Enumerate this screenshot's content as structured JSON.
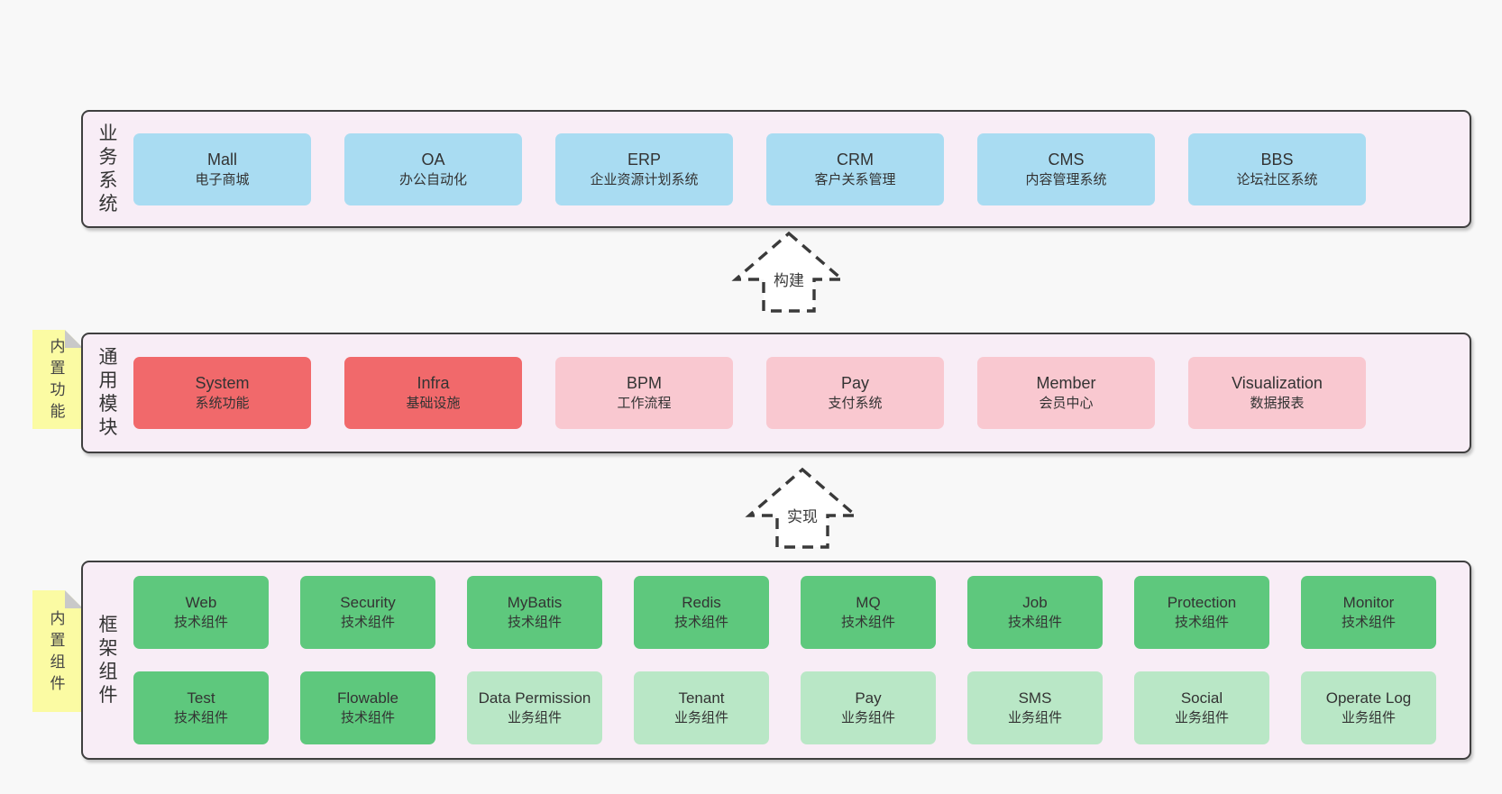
{
  "colors": {
    "page_bg": "#f8f8f8",
    "panel_bg": "#f8edf6",
    "panel_border": "#3f3f3f",
    "blue": "#a9dcf2",
    "red": "#f1696b",
    "pink": "#f9c8d0",
    "green": "#5ec87d",
    "light_green": "#b9e7c6",
    "yellow": "#fbfba3",
    "fold": "#c9c9c9",
    "text": "#3a3a3a"
  },
  "arrows": {
    "build": "构建",
    "implement": "实现"
  },
  "business_layer": {
    "label": "业务系统",
    "boxes": [
      {
        "name": "Mall",
        "desc": "电子商城"
      },
      {
        "name": "OA",
        "desc": "办公自动化"
      },
      {
        "name": "ERP",
        "desc": "企业资源计划系统"
      },
      {
        "name": "CRM",
        "desc": "客户关系管理"
      },
      {
        "name": "CMS",
        "desc": "内容管理系统"
      },
      {
        "name": "BBS",
        "desc": "论坛社区系统"
      }
    ]
  },
  "module_layer": {
    "label": "通用模块",
    "note": "内置功能",
    "boxes": [
      {
        "name": "System",
        "desc": "系统功能"
      },
      {
        "name": "Infra",
        "desc": "基础设施"
      },
      {
        "name": "BPM",
        "desc": "工作流程"
      },
      {
        "name": "Pay",
        "desc": "支付系统"
      },
      {
        "name": "Member",
        "desc": "会员中心"
      },
      {
        "name": "Visualization",
        "desc": "数据报表"
      }
    ]
  },
  "component_layer": {
    "label": "框架组件",
    "note": "内置组件",
    "rows": [
      [
        {
          "name": "Web",
          "desc": "技术组件"
        },
        {
          "name": "Security",
          "desc": "技术组件"
        },
        {
          "name": "MyBatis",
          "desc": "技术组件"
        },
        {
          "name": "Redis",
          "desc": "技术组件"
        },
        {
          "name": "MQ",
          "desc": "技术组件"
        },
        {
          "name": "Job",
          "desc": "技术组件"
        },
        {
          "name": "Protection",
          "desc": "技术组件"
        },
        {
          "name": "Monitor",
          "desc": "技术组件"
        }
      ],
      [
        {
          "name": "Test",
          "desc": "技术组件"
        },
        {
          "name": "Flowable",
          "desc": "技术组件"
        },
        {
          "name": "Data Permission",
          "desc": "业务组件"
        },
        {
          "name": "Tenant",
          "desc": "业务组件"
        },
        {
          "name": "Pay",
          "desc": "业务组件"
        },
        {
          "name": "SMS",
          "desc": "业务组件"
        },
        {
          "name": "Social",
          "desc": "业务组件"
        },
        {
          "name": "Operate Log",
          "desc": "业务组件"
        }
      ]
    ]
  }
}
